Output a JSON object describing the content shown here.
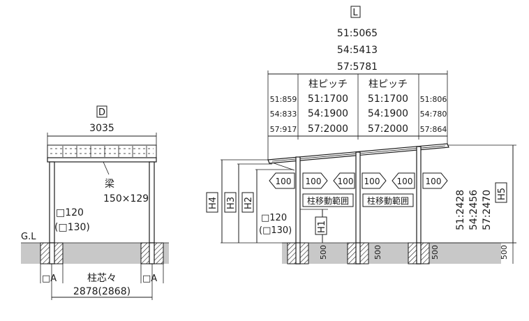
{
  "front": {
    "d_label": "D",
    "d_value": "3035",
    "beam_label": "梁",
    "beam_size": "150×129",
    "post_size": "□120",
    "post_size_alt": "(□130)",
    "gl_label": "G.L",
    "a_label_left": "□A",
    "a_label_right": "□A",
    "center_label": "柱芯々",
    "center_value": "2878(2868)"
  },
  "side": {
    "l_label": "L",
    "l_values": [
      "51:5065",
      "54:5413",
      "57:5781"
    ],
    "pitch_title_1": "柱ピッチ",
    "pitch_title_2": "柱ピッチ",
    "pitch_values_1": [
      "51:1700",
      "54:1900",
      "57:2000"
    ],
    "pitch_values_2": [
      "51:1700",
      "54:1900",
      "57:2000"
    ],
    "left_overhang": [
      "51:859",
      "54:833",
      "57:917"
    ],
    "right_overhang": [
      "51:806",
      "54:780",
      "57:864"
    ],
    "h_labels": [
      "H4",
      "H3",
      "H2",
      "H1",
      "H5"
    ],
    "arrow_value": "100",
    "move_range_1": "柱移動範囲",
    "move_range_2": "柱移動範囲",
    "post_size": "□120",
    "post_size_alt": "(□130)",
    "foundation": [
      "500",
      "500",
      "500",
      "500"
    ],
    "height_values": [
      "51:2428",
      "54:2456",
      "57:2470"
    ]
  }
}
